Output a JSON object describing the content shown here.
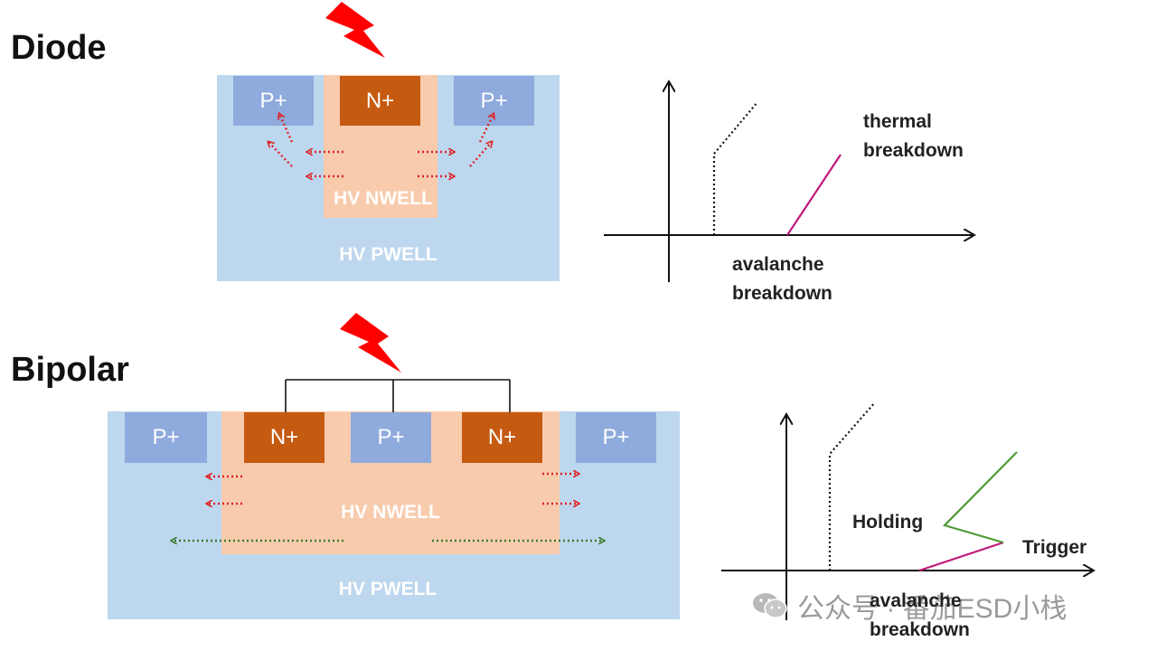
{
  "diode": {
    "title": "Diode",
    "regions": [
      "P+",
      "N+",
      "P+"
    ],
    "nwell_label": "HV NWELL",
    "pwell_label": "HV PWELL",
    "graph": {
      "annot_thermal_1": "thermal",
      "annot_thermal_2": "breakdown",
      "annot_avalanche_1": "avalanche",
      "annot_avalanche_2": "breakdown"
    }
  },
  "bipolar": {
    "title": "Bipolar",
    "regions": [
      "P+",
      "N+",
      "P+",
      "N+",
      "P+"
    ],
    "nwell_label": "HV NWELL",
    "pwell_label": "HV PWELL",
    "graph": {
      "annot_holding": "Holding",
      "annot_trigger": "Trigger",
      "annot_avalanche_1": "avalanche",
      "annot_avalanche_2": "breakdown"
    }
  },
  "watermark": {
    "text": "公众号 · 番茄ESD小栈"
  },
  "colors": {
    "pwell": "#bdd7ee",
    "nwell": "#f8cbad",
    "pplus": "#8faadc",
    "nplus": "#c55a11",
    "lightning": "#ff0000",
    "arrow_red": "#e02020",
    "arrow_green": "#3a7d2c",
    "thermal_line": "#c0187e",
    "snapback_line": "#4e9a35"
  }
}
